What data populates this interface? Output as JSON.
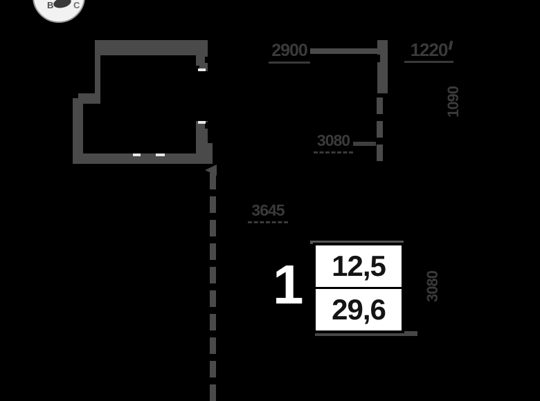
{
  "plan": {
    "compass": {
      "west": "В",
      "north": "С"
    },
    "unit": {
      "number": "1",
      "living_area": "12,5",
      "total_area": "29,6"
    },
    "dimensions": {
      "top_left": "2900",
      "top_right": "1220",
      "middle": "3080",
      "lower": "3645",
      "right_vertical": "1090",
      "box_vertical": "3080"
    },
    "colors": {
      "background": "#000000",
      "wall": "#4a4a4a",
      "dim_text": "#3a3a3a",
      "box_bg": "#ffffff",
      "box_border": "#000000",
      "unit_number_color": "#ffffff"
    }
  }
}
